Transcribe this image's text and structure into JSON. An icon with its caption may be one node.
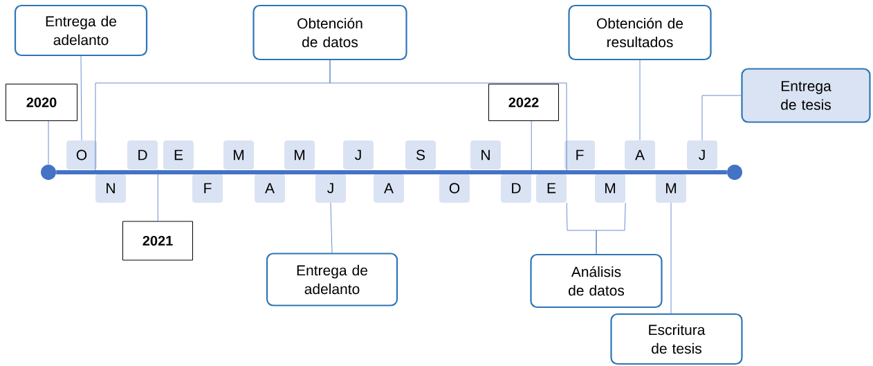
{
  "diagram": {
    "nodes": [
      {
        "text": [
          "Entrega de adelanto"
        ]
      },
      {
        "text": [
          "Obtención de datos"
        ]
      },
      {
        "text": [
          "Obtención de resultados"
        ]
      },
      {
        "text": [
          "2020"
        ]
      },
      {
        "text": [
          "2022"
        ]
      },
      {
        "text": [
          "Entrega de tesis"
        ]
      },
      {
        "text": [],
        "shape": "circle"
      },
      {
        "text": [
          "O"
        ]
      },
      {
        "text": [
          "N"
        ]
      },
      {
        "text": [
          "D"
        ]
      },
      {
        "text": [
          "E"
        ]
      },
      {
        "text": [
          "F"
        ]
      },
      {
        "text": [
          "M"
        ]
      },
      {
        "text": [
          "A"
        ]
      },
      {
        "text": [
          "M"
        ]
      },
      {
        "text": [
          "J"
        ]
      },
      {
        "text": [
          "J"
        ]
      },
      {
        "text": [
          "A"
        ]
      },
      {
        "text": [
          "S"
        ]
      },
      {
        "text": [
          "O"
        ]
      },
      {
        "text": [
          "N"
        ]
      },
      {
        "text": [
          "D"
        ]
      },
      {
        "text": [
          "E"
        ]
      },
      {
        "text": [
          "F"
        ]
      },
      {
        "text": [
          "M"
        ]
      },
      {
        "text": [
          "A"
        ]
      },
      {
        "text": [
          "M"
        ]
      },
      {
        "text": [
          "J"
        ]
      },
      {
        "text": [],
        "shape": "circle"
      },
      {
        "text": [
          "2021"
        ]
      },
      {
        "text": [
          "Entrega de adelanto"
        ]
      },
      {
        "text": [
          "Análisis de datos"
        ]
      },
      {
        "text": [
          "Escritura de tesis"
        ]
      }
    ],
    "edges": [
      {
        "from": 0,
        "to": 7,
        "arrow": "none"
      },
      {
        "from": 1,
        "to": 8,
        "arrow": "none"
      },
      {
        "from": 1,
        "to": 22,
        "arrow": "none"
      },
      {
        "from": 2,
        "to": 25,
        "arrow": "none"
      },
      {
        "from": 3,
        "to": 6,
        "arrow": "none"
      },
      {
        "from": 4,
        "to": 21,
        "arrow": "none"
      },
      {
        "from": 5,
        "to": 27,
        "arrow": "none"
      },
      {
        "from": 6,
        "to": 28,
        "arrow": "none",
        "style": "thick"
      },
      {
        "from": 29,
        "to": 9,
        "arrow": "none"
      },
      {
        "from": 30,
        "to": 15,
        "arrow": "none"
      },
      {
        "from": 31,
        "to": 22,
        "arrow": "none"
      },
      {
        "from": 31,
        "to": 24,
        "arrow": "none"
      },
      {
        "from": 32,
        "to": 26,
        "arrow": "none"
      }
    ]
  }
}
